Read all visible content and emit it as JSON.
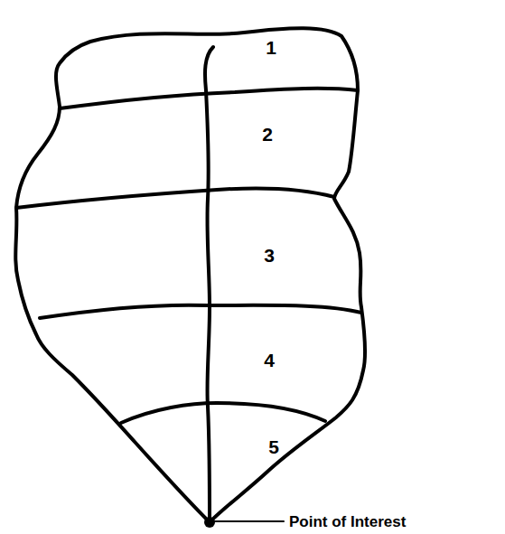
{
  "diagram": {
    "labels": [
      "1",
      "2",
      "3",
      "4",
      "5",
      "Point of Interest"
    ]
  }
}
